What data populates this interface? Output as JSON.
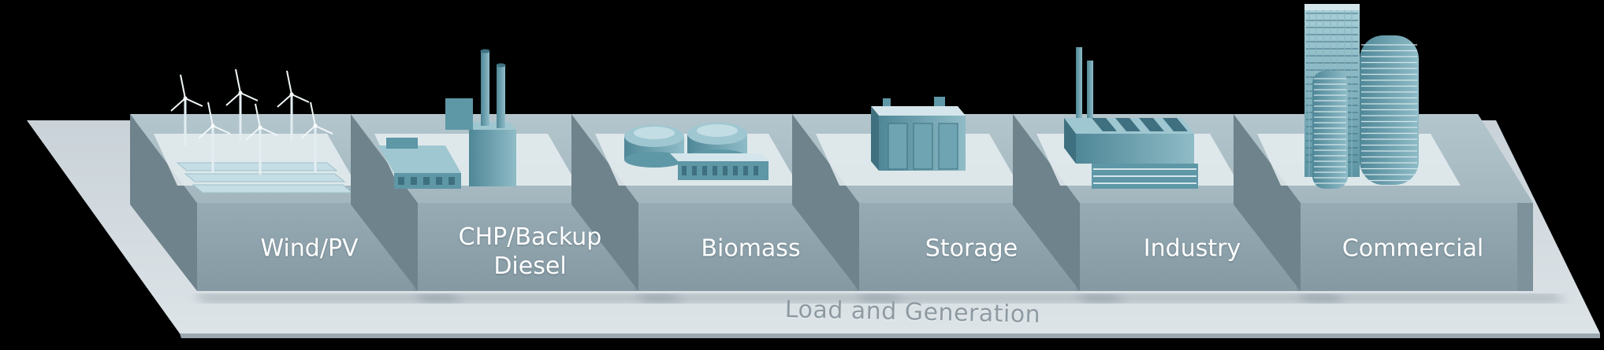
{
  "platform": {
    "label": "Load and Generation"
  },
  "blocks": [
    {
      "id": "wind-pv",
      "label": "Wind/PV",
      "icon": "wind-turbine-icon"
    },
    {
      "id": "chp-backup-diesel",
      "label": "CHP/Backup\nDiesel",
      "icon": "power-plant-icon"
    },
    {
      "id": "biomass",
      "label": "Biomass",
      "icon": "biomass-tank-icon"
    },
    {
      "id": "storage",
      "label": "Storage",
      "icon": "storage-building-icon"
    },
    {
      "id": "industry",
      "label": "Industry",
      "icon": "factory-icon"
    },
    {
      "id": "commercial",
      "label": "Commercial",
      "icon": "skyscraper-icon"
    }
  ],
  "colors": {
    "background": "#000000",
    "platform": "#d6dde2",
    "block_front": "#8fa4ae",
    "block_top": "#a9bcc4",
    "block_side": "#6f838c",
    "model_teal": "#5e97a6"
  }
}
